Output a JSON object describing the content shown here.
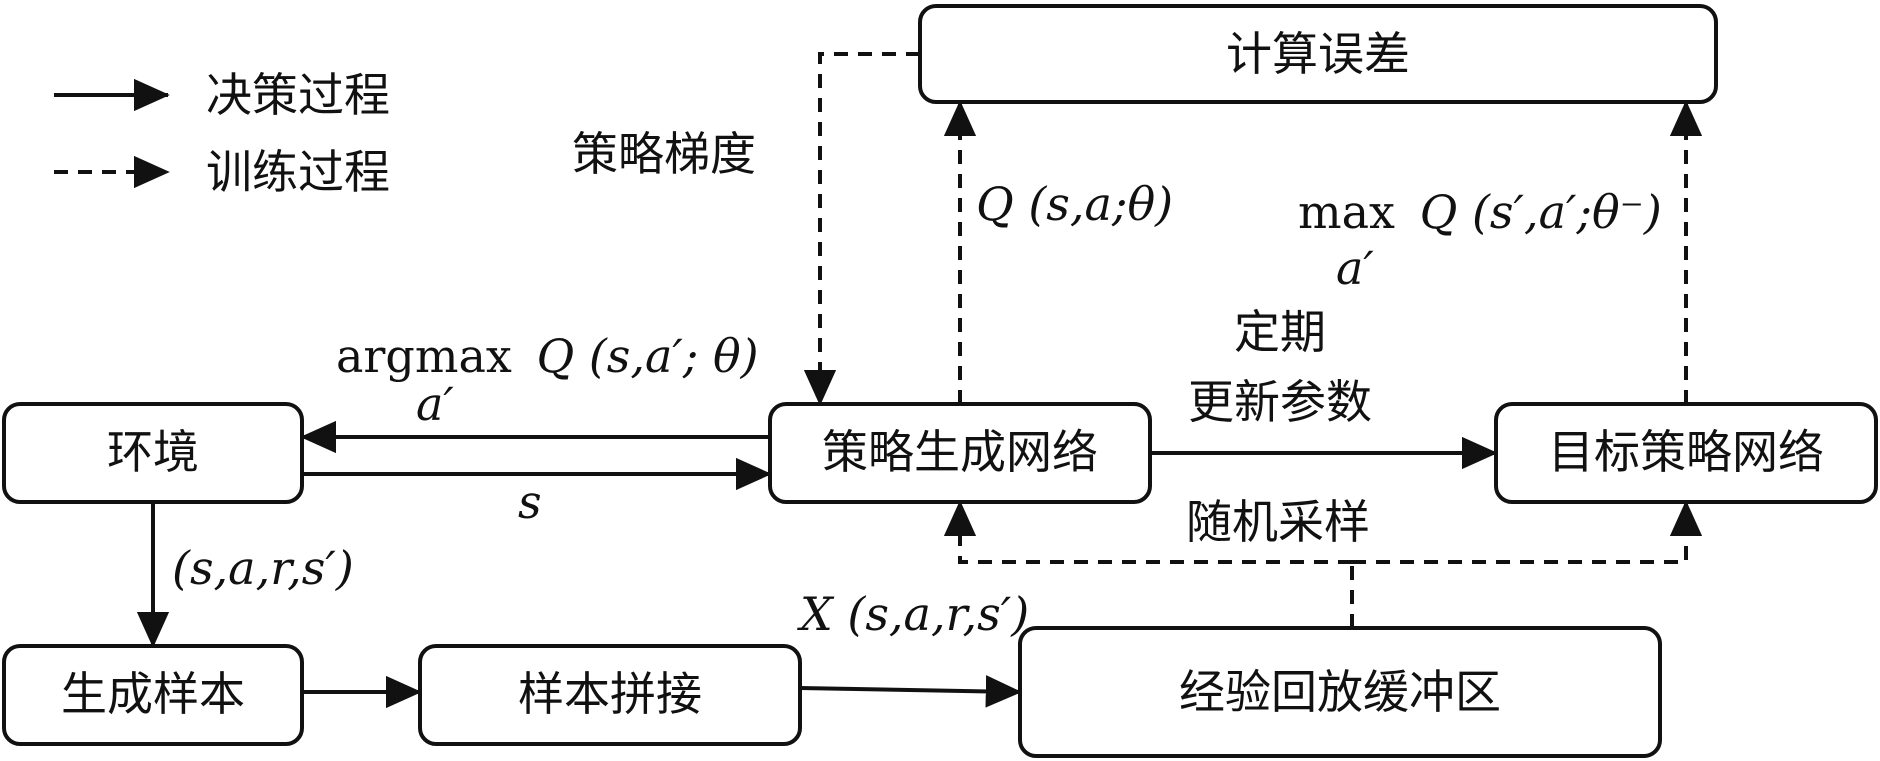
{
  "legend": {
    "decision_label": "决策过程",
    "training_label": "训练过程"
  },
  "nodes": {
    "env": "环境",
    "policy_net": "策略生成网络",
    "target_net": "目标策略网络",
    "compute_error": "计算误差",
    "gen_sample": "生成样本",
    "sample_concat": "样本拼接",
    "replay_buffer": "经验回放缓冲区"
  },
  "labels": {
    "policy_gradient": "策略梯度",
    "periodic_line1": "定期",
    "periodic_line2": "更新参数",
    "random_sampling": "随机采样",
    "argmax_main": "argmax",
    "argmax_q": "Q",
    "argmax_args": "(s,a′; θ)",
    "argmax_sub": "a′",
    "state_s": "s",
    "q_main": "Q",
    "q_args": "(s,a;θ)",
    "max_main": "max",
    "max_q": "Q",
    "max_args": "(s′,a′;θ⁻)",
    "max_sub": "a′",
    "tuple_env": "(s,a,r,s′)",
    "x_tuple_x": "X",
    "x_tuple_args": "(s,a,r,s′)"
  }
}
